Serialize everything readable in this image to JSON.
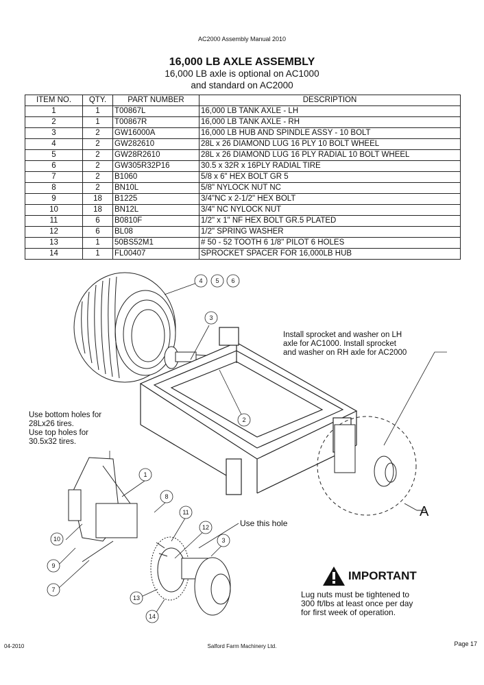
{
  "header": "AC2000 Assembly Manual 2010",
  "title": "16,000 LB AXLE ASSEMBLY",
  "subtitle_line1": "16,000 LB axle is optional on AC1000",
  "subtitle_line2": "and standard on AC2000",
  "table": {
    "headers": [
      "ITEM NO.",
      "QTY.",
      "PART NUMBER",
      "DESCRIPTION"
    ],
    "rows": [
      [
        "1",
        "1",
        "T00867L",
        "16,000 LB TANK AXLE - LH"
      ],
      [
        "2",
        "1",
        "T00867R",
        "16,000 LB TANK AXLE - RH"
      ],
      [
        "3",
        "2",
        "GW16000A",
        "16,000 LB HUB AND SPINDLE ASSY - 10 BOLT"
      ],
      [
        "4",
        "2",
        "GW282610",
        "28L x 26 DIAMOND LUG 16 PLY 10 BOLT WHEEL"
      ],
      [
        "5",
        "2",
        "GW28R2610",
        "28L x 26 DIAMOND LUG 16 PLY RADIAL 10 BOLT WHEEL"
      ],
      [
        "6",
        "2",
        "GW305R32P16",
        "30.5 x 32R x 16PLY RADIAL TIRE"
      ],
      [
        "7",
        "2",
        "B1060",
        "5/8 x 6\" HEX BOLT GR 5"
      ],
      [
        "8",
        "2",
        "BN10L",
        "5/8\" NYLOCK NUT NC"
      ],
      [
        "9",
        "18",
        "B1225",
        "3/4\"NC x 2-1/2\" HEX BOLT"
      ],
      [
        "10",
        "18",
        "BN12L",
        "3/4\" NC NYLOCK NUT"
      ],
      [
        "11",
        "6",
        "B0810F",
        "1/2\" x 1\" NF HEX BOLT GR.5 PLATED"
      ],
      [
        "12",
        "6",
        "BL08",
        "1/2\" SPRING WASHER"
      ],
      [
        "13",
        "1",
        "50BS52M1",
        "# 50 - 52 TOOTH 6 1/8\" PILOT 6 HOLES"
      ],
      [
        "14",
        "1",
        "FL00407",
        "SPROCKET SPACER FOR 16,000LB HUB"
      ]
    ]
  },
  "notes": {
    "sprocket": [
      "Install sprocket and washer on LH",
      "axle for AC1000. Install sprocket",
      "and washer on RH axle for AC2000"
    ],
    "holes": [
      "Use bottom holes for",
      "28Lx26 tires.",
      "Use top holes for",
      "30.5x32 tires."
    ],
    "use_hole": "Use this hole",
    "detail_label": "A"
  },
  "callouts": {
    "c1": "1",
    "c2": "2",
    "c3a": "3",
    "c3b": "3",
    "c4": "4",
    "c5": "5",
    "c6": "6",
    "c7": "7",
    "c8": "8",
    "c9": "9",
    "c10": "10",
    "c11": "11",
    "c12": "12",
    "c13": "13",
    "c14": "14"
  },
  "important": {
    "title": "IMPORTANT",
    "text": [
      "Lug nuts must be tightened to",
      "300 ft/lbs at least once per day",
      "for first week of operation."
    ]
  },
  "footer": {
    "left": "04-2010",
    "center": "Salford Farm Machinery Ltd.",
    "right": "Page 17"
  }
}
